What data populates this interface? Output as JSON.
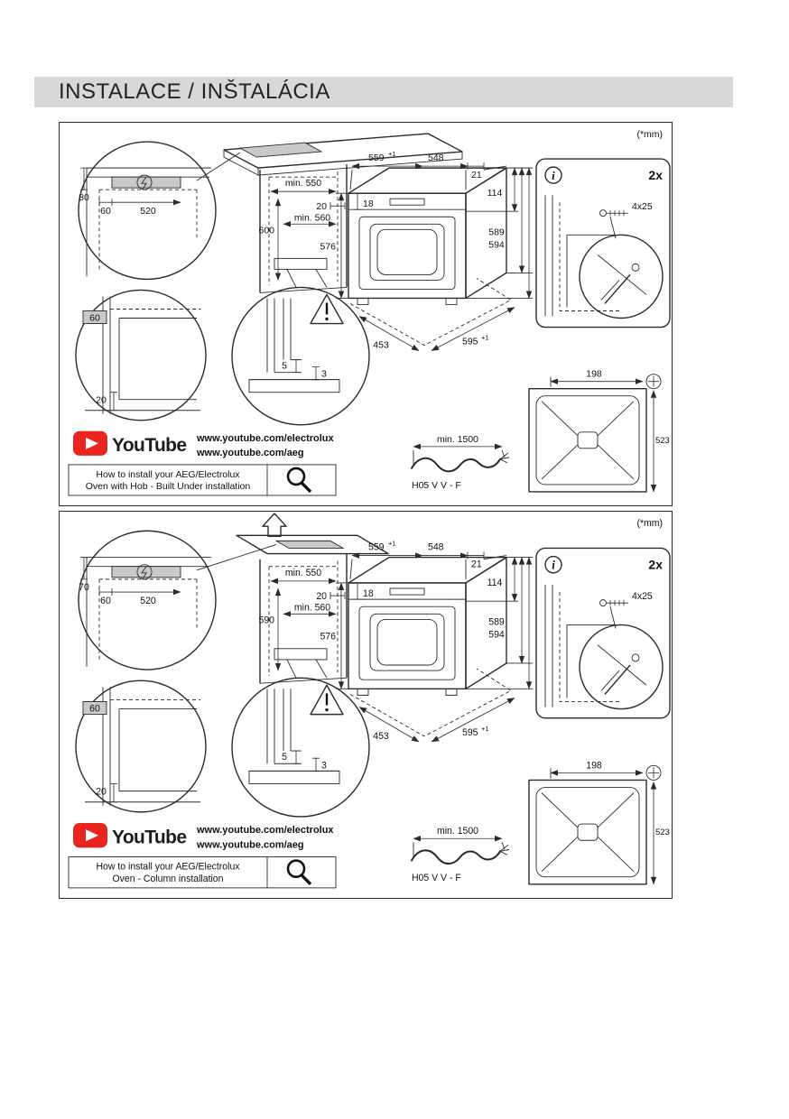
{
  "page": {
    "title": "INSTALACE / INŠTALÁCIA"
  },
  "colors": {
    "header_bg": "#d8d8d8",
    "youtube_red": "#e8251f",
    "line": "#2b2b2b",
    "highlight_gray": "#c9c9c9"
  },
  "panels": [
    {
      "unit_note": "(*mm)",
      "info_glyph": "i",
      "screw_count": "2x",
      "screw_size": "4x25",
      "dims": {
        "wall_gap": "80",
        "rail_offset": "60",
        "rail_length": "520",
        "plinth_gray": "60",
        "plinth_gap": "20",
        "niche_width": "min. 550",
        "niche_height": "600",
        "top_gap": "20",
        "niche_depth": "min. 560",
        "oven_width": "559",
        "tol": "+1",
        "oven_depth_top": "548",
        "panel_depth": "21",
        "panel_height": "18",
        "front_top": "114",
        "h1": "589",
        "h2": "594",
        "body_height": "576",
        "foot_width": "595",
        "foot_depth": "453",
        "vent_gap_a": "5",
        "vent_gap_b": "3",
        "rear_screw_x": "198",
        "rear_height": "523",
        "cable_length": "min. 1500"
      },
      "cable_label": "H05 V V - F",
      "youtube": {
        "brand": "YouTube",
        "url1": "www.youtube.com/electrolux",
        "url2": "www.youtube.com/aeg"
      },
      "caption": {
        "line1": "How to install your AEG/Electrolux",
        "line2": "Oven with Hob - Built Under installation"
      }
    },
    {
      "unit_note": "(*mm)",
      "info_glyph": "i",
      "screw_count": "2x",
      "screw_size": "4x25",
      "dims": {
        "wall_gap": "70",
        "rail_offset": "60",
        "rail_length": "520",
        "plinth_gray": "60",
        "plinth_gap": "20",
        "niche_width": "min. 550",
        "niche_height": "590",
        "top_gap": "20",
        "niche_depth": "min. 560",
        "oven_width": "559",
        "tol": "+1",
        "oven_depth_top": "548",
        "panel_depth": "21",
        "panel_height": "18",
        "front_top": "114",
        "h1": "589",
        "h2": "594",
        "body_height": "576",
        "foot_width": "595",
        "foot_depth": "453",
        "vent_gap_a": "5",
        "vent_gap_b": "3",
        "rear_screw_x": "198",
        "rear_height": "523",
        "cable_length": "min. 1500"
      },
      "cable_label": "H05 V V - F",
      "youtube": {
        "brand": "YouTube",
        "url1": "www.youtube.com/electrolux",
        "url2": "www.youtube.com/aeg"
      },
      "caption": {
        "line1": "How to install your AEG/Electrolux",
        "line2": "Oven - Column installation"
      }
    }
  ]
}
